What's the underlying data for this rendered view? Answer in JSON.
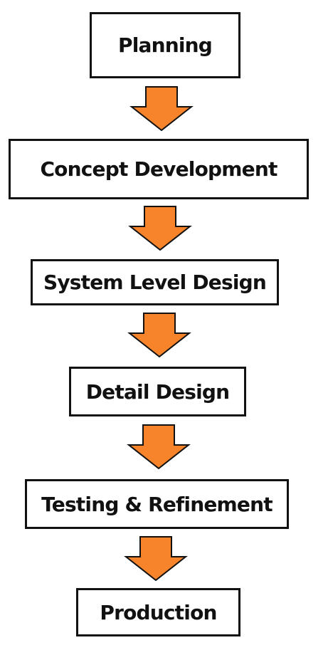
{
  "steps": [
    {
      "label": "Planning"
    },
    {
      "label": "Concept Development"
    },
    {
      "label": "System Level Design"
    },
    {
      "label": "Detail Design"
    },
    {
      "label": "Testing & Refinement"
    },
    {
      "label": "Production"
    }
  ],
  "colors": {
    "arrow_fill": "#F7842A",
    "stroke": "#111111",
    "box_fill": "#FFFFFF"
  },
  "icons": {
    "connector": "down-arrow-icon"
  }
}
